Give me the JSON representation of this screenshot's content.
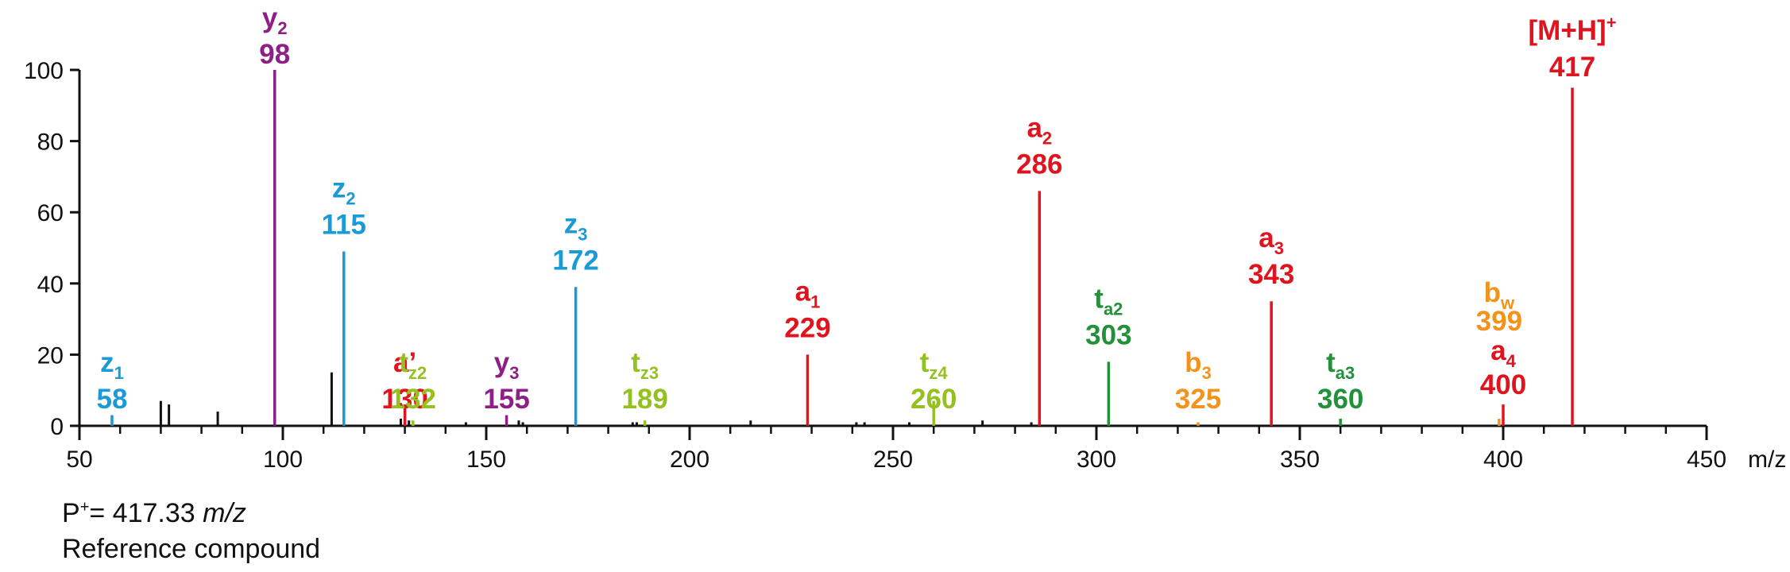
{
  "chart_data": {
    "type": "bar",
    "xlim": [
      50,
      450
    ],
    "ylim": [
      0,
      100
    ],
    "x_ticks": [
      50,
      100,
      150,
      200,
      250,
      300,
      350,
      400,
      450
    ],
    "y_ticks": [
      0,
      20,
      40,
      60,
      80,
      100
    ],
    "x_unit": "m/z",
    "minor_x_step": 10,
    "colors": {
      "red": "#e0141e",
      "blue": "#1a9ad6",
      "purple": "#8e1f86",
      "lightgreen": "#94c11f",
      "green": "#23913a",
      "orange": "#f3931b",
      "black": "#111111"
    },
    "labeled_peaks": [
      {
        "name": "z",
        "sub": "1",
        "mz": 58,
        "mz_label": "58",
        "y": 3,
        "color": "blue"
      },
      {
        "name": "y",
        "sub": "2",
        "mz": 98,
        "mz_label": "98",
        "y": 100,
        "color": "purple"
      },
      {
        "name": "z",
        "sub": "2",
        "mz": 115,
        "mz_label": "115",
        "y": 49,
        "color": "blue"
      },
      {
        "name": "a’",
        "mz": 130,
        "mz_label": "130",
        "y": 6,
        "color": "red"
      },
      {
        "name": "t",
        "sub": "z2",
        "mz": 132,
        "mz_label": "132",
        "y": 1.5,
        "color": "lightgreen"
      },
      {
        "name": "y",
        "sub": "3",
        "mz": 155,
        "mz_label": "155",
        "y": 3,
        "color": "purple"
      },
      {
        "name": "z",
        "sub": "3",
        "mz": 172,
        "mz_label": "172",
        "y": 39,
        "color": "blue"
      },
      {
        "name": "t",
        "sub": "z3",
        "mz": 189,
        "mz_label": "189",
        "y": 1.5,
        "color": "lightgreen"
      },
      {
        "name": "a",
        "sub": "1",
        "mz": 229,
        "mz_label": "229",
        "y": 20,
        "color": "red"
      },
      {
        "name": "t",
        "sub": "z4",
        "mz": 260,
        "mz_label": "260",
        "y": 7,
        "color": "lightgreen"
      },
      {
        "name": "a",
        "sub": "2",
        "mz": 286,
        "mz_label": "286",
        "y": 66,
        "color": "red"
      },
      {
        "name": "t",
        "sub": "a2",
        "mz": 303,
        "mz_label": "303",
        "y": 18,
        "color": "green"
      },
      {
        "name": "b",
        "sub": "3",
        "mz": 325,
        "mz_label": "325",
        "y": 1,
        "color": "orange"
      },
      {
        "name": "a",
        "sub": "3",
        "mz": 343,
        "mz_label": "343",
        "y": 35,
        "color": "red"
      },
      {
        "name": "t",
        "sub": "a3",
        "mz": 360,
        "mz_label": "360",
        "y": 2,
        "color": "green"
      },
      {
        "name": "b",
        "sub": "w",
        "mz": 399,
        "mz_label": "399",
        "y": 2,
        "color": "orange"
      },
      {
        "name": "a",
        "sub": "4",
        "mz": 400,
        "mz_label": "400",
        "y": 6,
        "color": "red"
      },
      {
        "name": "[M+H]",
        "sup": "+",
        "mz": 417,
        "mz_label": "417",
        "y": 95,
        "color": "red"
      }
    ],
    "minor_peaks": [
      {
        "mz": 70,
        "y": 7
      },
      {
        "mz": 72,
        "y": 6
      },
      {
        "mz": 84,
        "y": 4
      },
      {
        "mz": 112,
        "y": 15
      },
      {
        "mz": 129,
        "y": 2
      },
      {
        "mz": 131,
        "y": 1.5
      },
      {
        "mz": 145,
        "y": 1
      },
      {
        "mz": 158,
        "y": 1.5
      },
      {
        "mz": 159,
        "y": 1
      },
      {
        "mz": 186,
        "y": 1
      },
      {
        "mz": 187,
        "y": 1
      },
      {
        "mz": 215,
        "y": 1.5
      },
      {
        "mz": 241,
        "y": 1
      },
      {
        "mz": 243,
        "y": 1
      },
      {
        "mz": 254,
        "y": 1
      },
      {
        "mz": 272,
        "y": 1.5
      },
      {
        "mz": 284,
        "y": 1
      }
    ]
  },
  "caption": {
    "precursor_prefix": "P",
    "precursor_sup": "+",
    "precursor_value": "= 417.33 ",
    "precursor_unit": "m/z",
    "compound": "Reference compound"
  }
}
